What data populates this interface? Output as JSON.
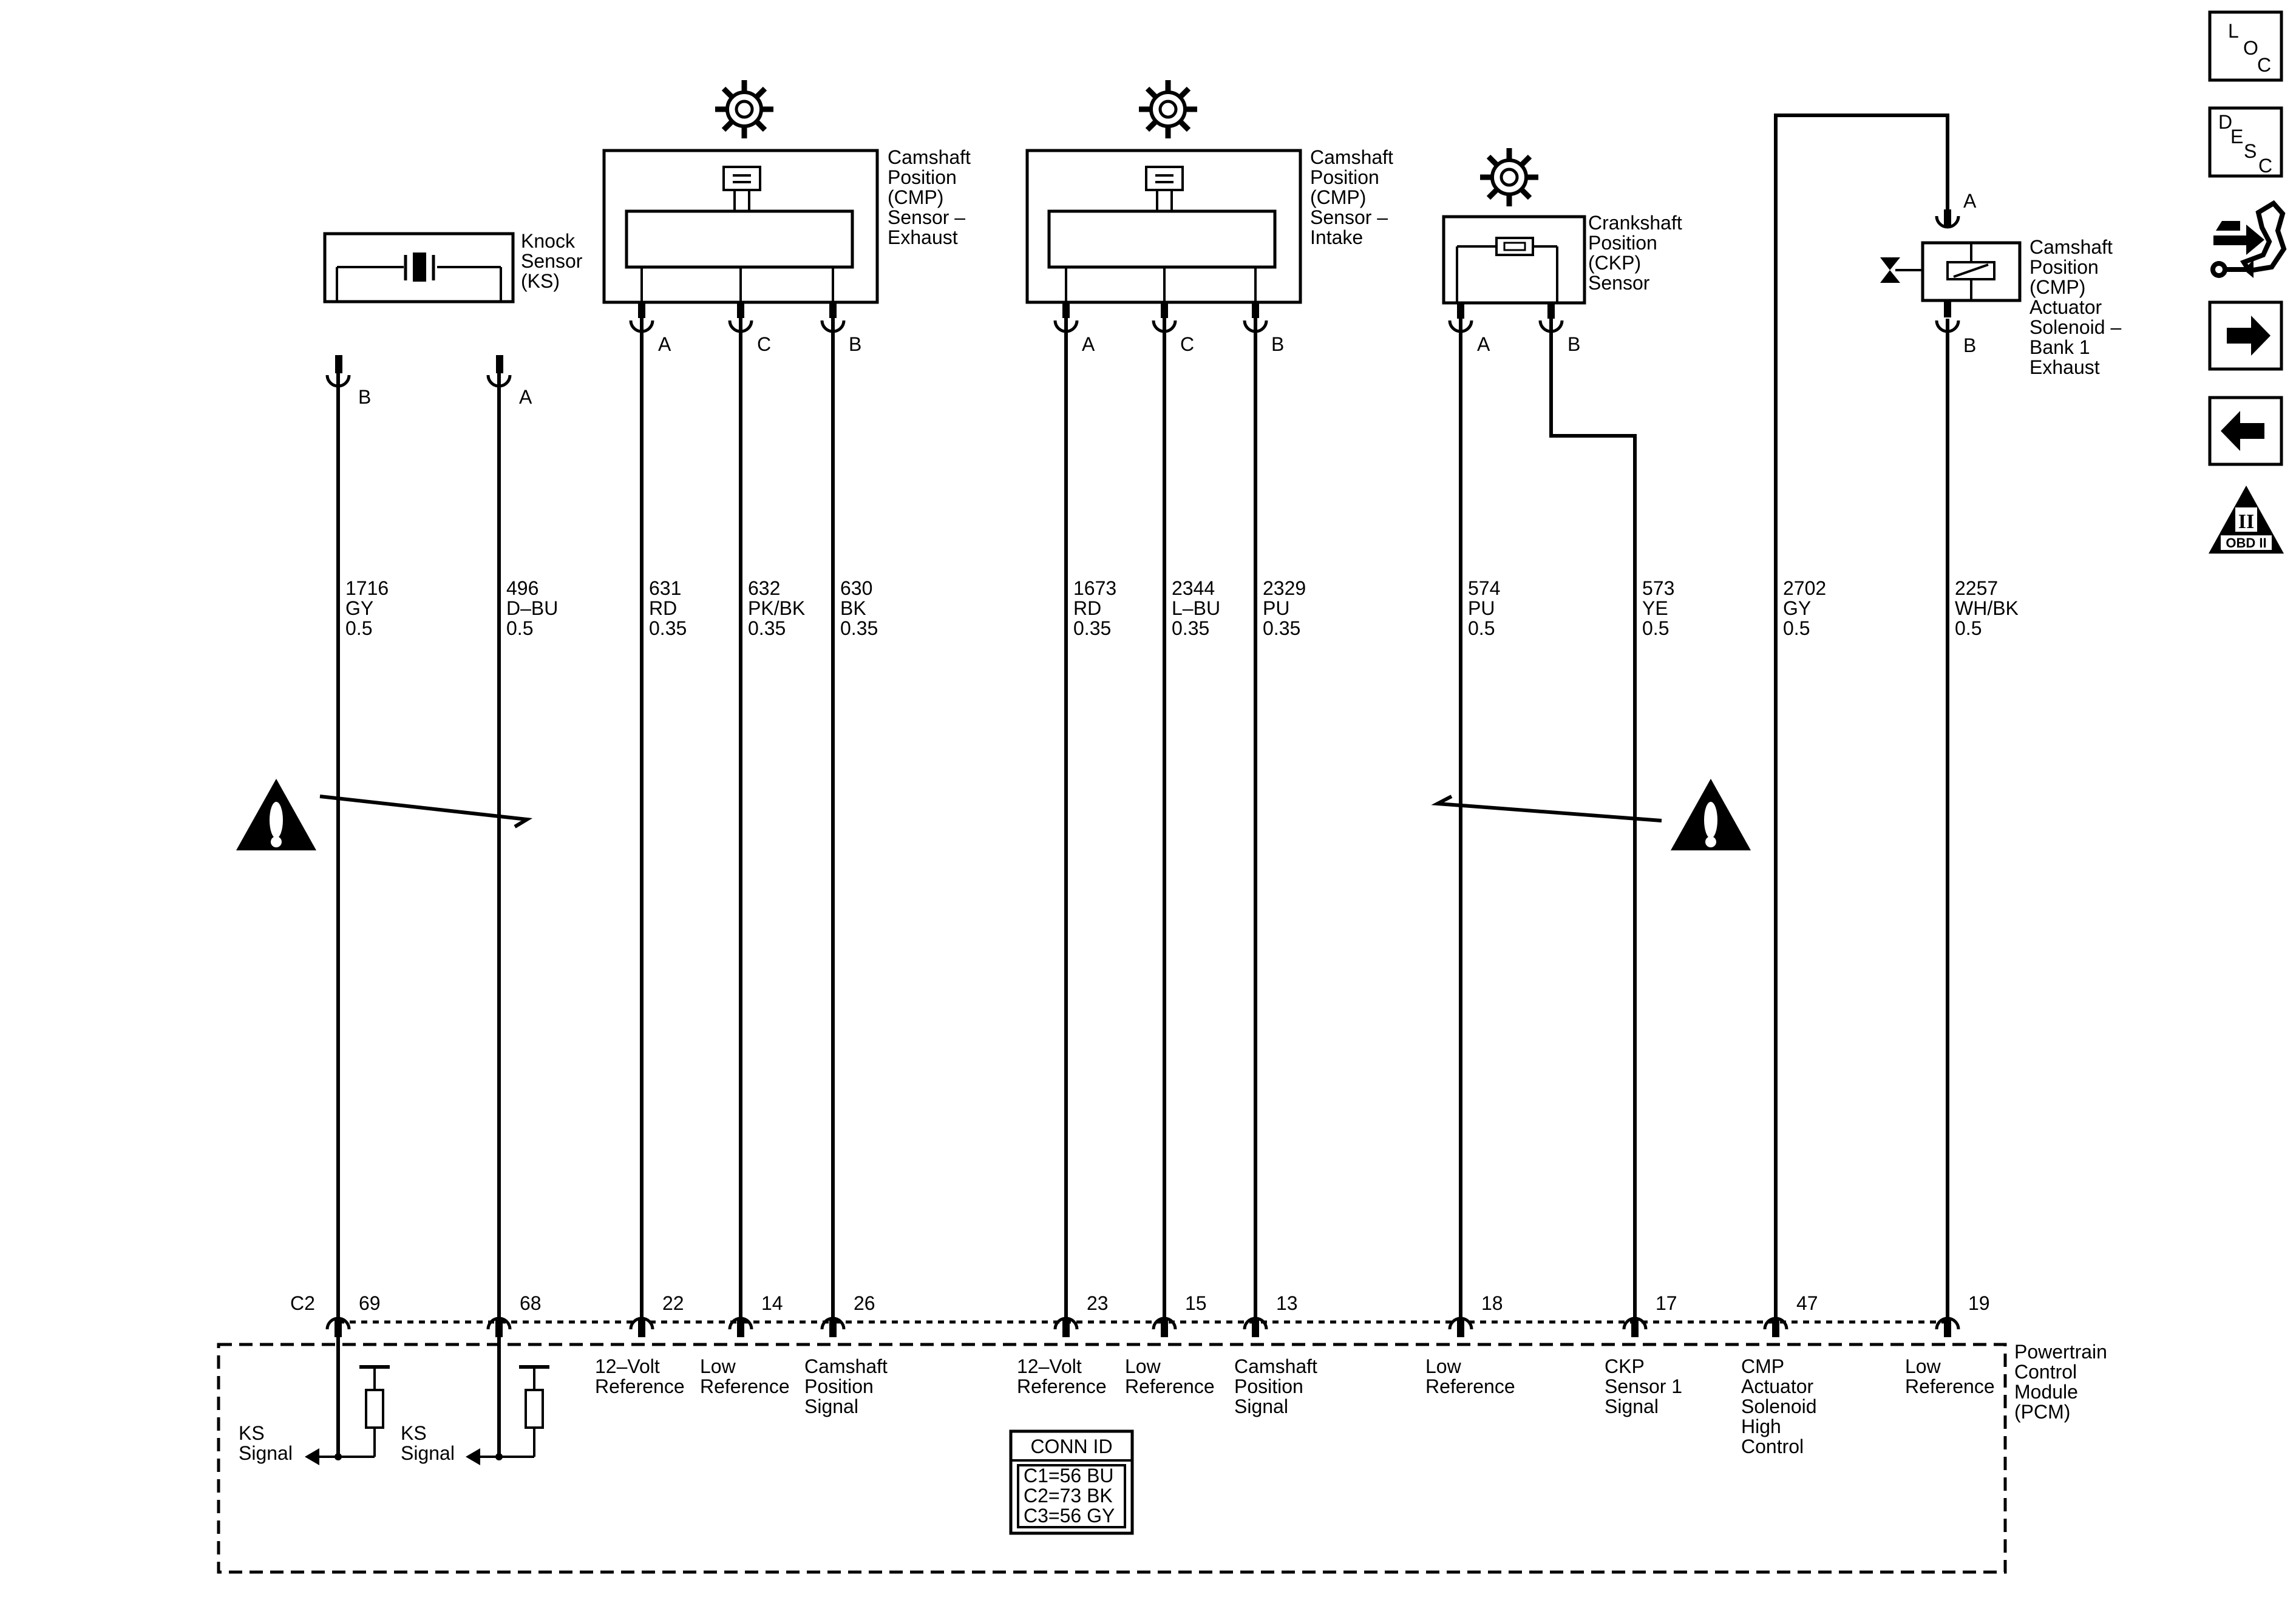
{
  "components": {
    "knock_sensor": [
      "Knock",
      "Sensor",
      "(KS)"
    ],
    "cmp_exhaust": [
      "Camshaft",
      "Position",
      "(CMP)",
      "Sensor –",
      "Exhaust"
    ],
    "cmp_intake": [
      "Camshaft",
      "Position",
      "(CMP)",
      "Sensor –",
      "Intake"
    ],
    "ckp": [
      "Crankshaft",
      "Position",
      "(CKP)",
      "Sensor"
    ],
    "cmp_actuator": [
      "Camshaft",
      "Position",
      "(CMP)",
      "Actuator",
      "Solenoid –",
      "Bank 1",
      "Exhaust"
    ],
    "pcm": [
      "Powertrain",
      "Control",
      "Module",
      "(PCM)"
    ]
  },
  "component_pins": {
    "ks": [
      "B",
      "A"
    ],
    "cmp_exhaust": [
      "A",
      "C",
      "B"
    ],
    "cmp_intake": [
      "A",
      "C",
      "B"
    ],
    "ckp": [
      "A",
      "B"
    ],
    "actuator": [
      "A",
      "B"
    ]
  },
  "wires": [
    {
      "circuit": "1716",
      "color": "GY",
      "gauge": "0.5"
    },
    {
      "circuit": "496",
      "color": "D–BU",
      "gauge": "0.5"
    },
    {
      "circuit": "631",
      "color": "RD",
      "gauge": "0.35"
    },
    {
      "circuit": "632",
      "color": "PK/BK",
      "gauge": "0.35"
    },
    {
      "circuit": "630",
      "color": "BK",
      "gauge": "0.35"
    },
    {
      "circuit": "1673",
      "color": "RD",
      "gauge": "0.35"
    },
    {
      "circuit": "2344",
      "color": "L–BU",
      "gauge": "0.35"
    },
    {
      "circuit": "2329",
      "color": "PU",
      "gauge": "0.35"
    },
    {
      "circuit": "574",
      "color": "PU",
      "gauge": "0.5"
    },
    {
      "circuit": "573",
      "color": "YE",
      "gauge": "0.5"
    },
    {
      "circuit": "2702",
      "color": "GY",
      "gauge": "0.5"
    },
    {
      "circuit": "2257",
      "color": "WH/BK",
      "gauge": "0.5"
    }
  ],
  "pcm_connector": "C2",
  "pcm_pins": [
    "69",
    "68",
    "22",
    "14",
    "26",
    "23",
    "15",
    "13",
    "18",
    "17",
    "47",
    "19"
  ],
  "pcm_functions": [
    [
      "12–Volt",
      "Reference"
    ],
    [
      "Low",
      "Reference"
    ],
    [
      "Camshaft",
      "Position",
      "Signal"
    ],
    [
      "12–Volt",
      "Reference"
    ],
    [
      "Low",
      "Reference"
    ],
    [
      "Camshaft",
      "Position",
      "Signal"
    ],
    [
      "Low",
      "Reference"
    ],
    [
      "CKP",
      "Sensor 1",
      "Signal"
    ],
    [
      "CMP",
      "Actuator",
      "Solenoid",
      "High",
      "Control"
    ],
    [
      "Low",
      "Reference"
    ]
  ],
  "ks_signals": [
    [
      "KS",
      "Signal"
    ],
    [
      "KS",
      "Signal"
    ]
  ],
  "conn_id": {
    "title": "CONN ID",
    "rows": [
      "C1=56 BU",
      "C2=73 BK",
      "C3=56 GY"
    ]
  },
  "nav": {
    "loc": [
      "L",
      "O",
      "C"
    ],
    "desc": [
      "D",
      "E",
      "S",
      "C"
    ],
    "obd": "OBD II",
    "obd_numeral": "II"
  },
  "icon_names": [
    "gear-icon",
    "warning-icon",
    "loc-icon",
    "desc-icon",
    "connector-wrench-icon",
    "arrow-right-icon",
    "arrow-left-icon",
    "obd-ii-icon"
  ]
}
